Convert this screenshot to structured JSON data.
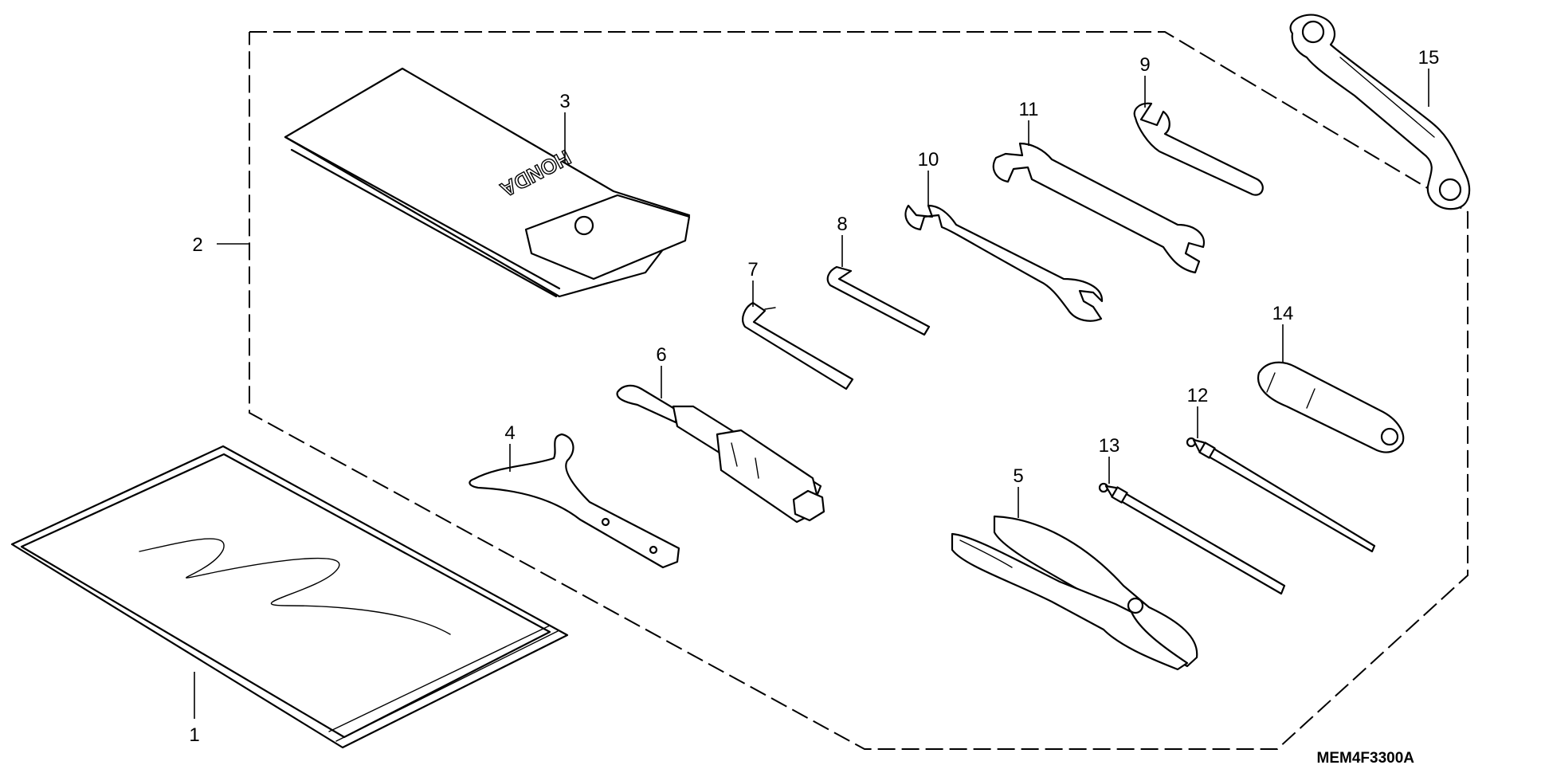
{
  "diagram_code": "MEM4F3300A",
  "pouch_logo_text": "HONDA",
  "callouts": [
    {
      "id": "1",
      "text": "1"
    },
    {
      "id": "2",
      "text": "2"
    },
    {
      "id": "3",
      "text": "3"
    },
    {
      "id": "4",
      "text": "4"
    },
    {
      "id": "5",
      "text": "5"
    },
    {
      "id": "6",
      "text": "6"
    },
    {
      "id": "7",
      "text": "7"
    },
    {
      "id": "8",
      "text": "8"
    },
    {
      "id": "9",
      "text": "9"
    },
    {
      "id": "10",
      "text": "10"
    },
    {
      "id": "11",
      "text": "11"
    },
    {
      "id": "12",
      "text": "12"
    },
    {
      "id": "13",
      "text": "13"
    },
    {
      "id": "14",
      "text": "14"
    },
    {
      "id": "15",
      "text": "15"
    }
  ],
  "colors": {
    "line": "#000000",
    "background": "#ffffff"
  }
}
